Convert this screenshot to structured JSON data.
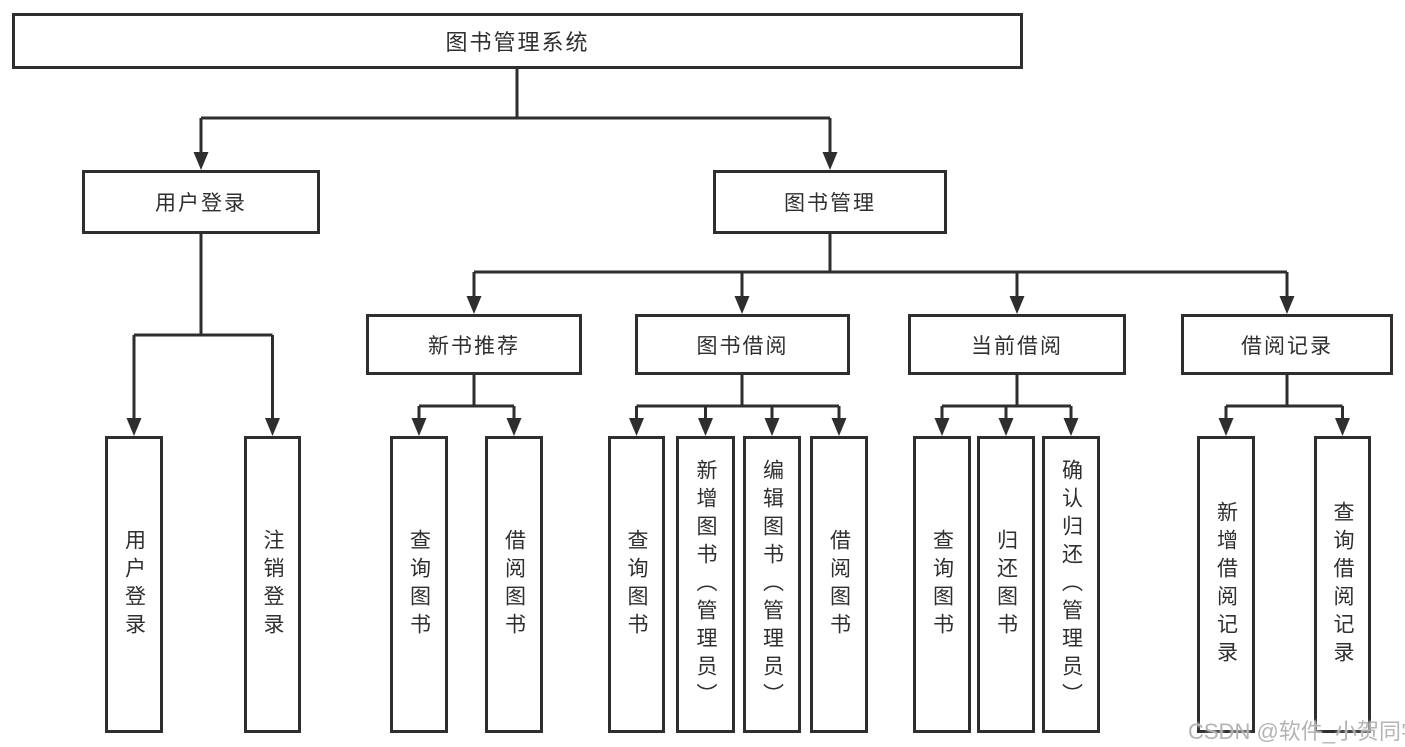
{
  "tree": {
    "label": "图书管理系统",
    "children": [
      {
        "label": "用户登录",
        "children": [
          {
            "label": "用户登录"
          },
          {
            "label": "注销登录"
          }
        ]
      },
      {
        "label": "图书管理",
        "children": [
          {
            "label": "新书推荐",
            "children": [
              {
                "label": "查询图书"
              },
              {
                "label": "借阅图书"
              }
            ]
          },
          {
            "label": "图书借阅",
            "children": [
              {
                "label": "查询图书"
              },
              {
                "label": "新增图书（管理员）"
              },
              {
                "label": "编辑图书（管理员）"
              },
              {
                "label": "借阅图书"
              }
            ]
          },
          {
            "label": "当前借阅",
            "children": [
              {
                "label": "查询图书"
              },
              {
                "label": "归还图书"
              },
              {
                "label": "确认归还（管理员）"
              }
            ]
          },
          {
            "label": "借阅记录",
            "children": [
              {
                "label": "新增借阅记录"
              },
              {
                "label": "查询借阅记录"
              }
            ]
          }
        ]
      }
    ]
  },
  "watermark": {
    "text": "CSDN @软件_小贺同学"
  },
  "colors": {
    "background": "#ffffff",
    "box_border": "#2e2e2e",
    "line": "#2e2e2e",
    "text": "#2f2f2f",
    "watermark": "#b4b4b4"
  }
}
